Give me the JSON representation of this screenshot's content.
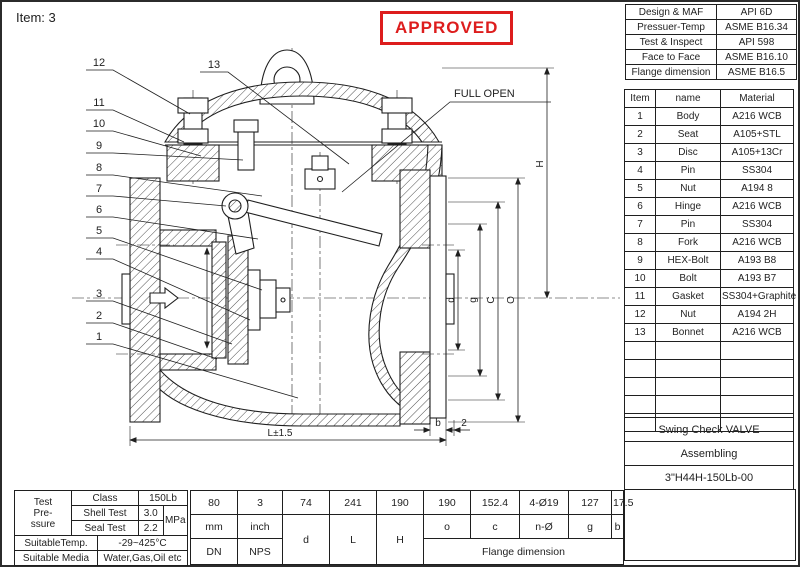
{
  "sheet": {
    "item_label": "Item: 3",
    "stamp": "APPROVED",
    "stamp_color": "#dd1d1d"
  },
  "standards_table": {
    "rows": [
      [
        "Design & MAF",
        "API 6D"
      ],
      [
        "Pressuer-Temp",
        "ASME B16.34"
      ],
      [
        "Test & Inspect",
        "API 598"
      ],
      [
        "Face to Face",
        "ASME B16.10"
      ],
      [
        "Flange dimension",
        "ASME B16.5"
      ]
    ]
  },
  "parts_table": {
    "headers": [
      "Item",
      "name",
      "Material"
    ],
    "rows": [
      [
        "1",
        "Body",
        "A216 WCB"
      ],
      [
        "2",
        "Seat",
        "A105+STL"
      ],
      [
        "3",
        "Disc",
        "A105+13Cr"
      ],
      [
        "4",
        "Pin",
        "SS304"
      ],
      [
        "5",
        "Nut",
        "A194 8"
      ],
      [
        "6",
        "Hinge",
        "A216 WCB"
      ],
      [
        "7",
        "Pin",
        "SS304"
      ],
      [
        "8",
        "Fork",
        "A216 WCB"
      ],
      [
        "9",
        "HEX-Bolt",
        "A193 B8"
      ],
      [
        "10",
        "Bolt",
        "A193 B7"
      ],
      [
        "11",
        "Gasket",
        "SS304+Graphite"
      ],
      [
        "12",
        "Nut",
        "A194 2H"
      ],
      [
        "13",
        "Bonnet",
        "A216 WCB"
      ]
    ]
  },
  "title_block": {
    "product": "Swing Check VALVE",
    "stage": "Assembling",
    "drawing_no": "3\"H44H-150Lb-00"
  },
  "test_table": {
    "group_lines": [
      "Test",
      "Pre-",
      "ssure"
    ],
    "class_label": "Class",
    "class_value": "150Lb",
    "shell_label": "Shell Test",
    "shell_value": "3.0",
    "seal_label": "Seal Test",
    "seal_value": "2.2",
    "unit": "MPa",
    "temp_label": "SuitableTemp.",
    "temp_value": "-29~425°C",
    "media_label": "Suitable Media",
    "media_value": "Water,Gas,Oil etc"
  },
  "dim_table": {
    "values": [
      "80",
      "3",
      "74",
      "241",
      "190",
      "190",
      "152.4",
      "4-Ø19",
      "127",
      "17.5"
    ],
    "unit_row": [
      "mm",
      "inch"
    ],
    "std_row": [
      "DN",
      "NPS"
    ],
    "dim_labels": [
      "d",
      "L",
      "H",
      "o",
      "c",
      "n-Ø",
      "g",
      "b"
    ],
    "flange_label": "Flange dimension"
  },
  "drawing": {
    "full_open": "FULL OPEN",
    "dim_H": "H",
    "dim_O": "O",
    "dim_C": "C",
    "dim_g": "g",
    "dim_d": "d",
    "dim_L": "L±1.5",
    "dim_b": "b",
    "dim_2": "2",
    "callouts": [
      "1",
      "2",
      "3",
      "4",
      "5",
      "6",
      "7",
      "8",
      "9",
      "10",
      "11",
      "12",
      "13"
    ]
  }
}
